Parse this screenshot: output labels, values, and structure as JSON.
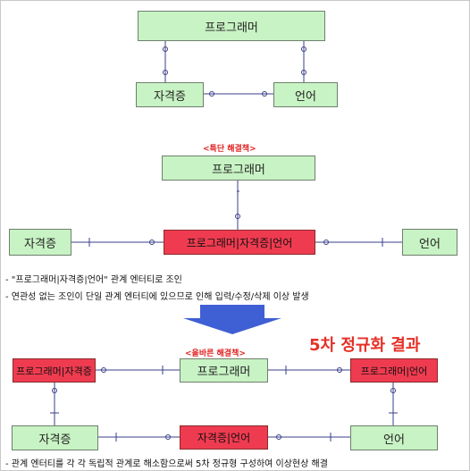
{
  "diagram_top": {
    "programmer": "프로그래머",
    "certificate": "자격증",
    "language": "언어"
  },
  "diagram_mid": {
    "caption": "<특단 해결책>",
    "programmer": "프로그래머",
    "relation": "프로그래머|자격증|언어",
    "certificate": "자격증",
    "language": "언어"
  },
  "notes": [
    "- \"프로그래머|자격증|언어\" 관계 엔터티로 조인",
    "- 연관성 없는 조인이 단일 관계 엔터티에 있으므로 인해 입력/수정/삭제 이상 발생"
  ],
  "result_title": "5차 정규화 결과",
  "diagram_bottom": {
    "caption": "<올바른 해결책>",
    "prog_cert": "프로그래머|자격증",
    "programmer": "프로그래머",
    "prog_lang": "프로그래머|언어",
    "certificate": "자격증",
    "cert_lang": "자격증|언어",
    "language": "언어"
  },
  "footer_note": "- 관계 엔터티를 각 각 독립적 관계로 해소함으로써 5차 정규형 구성하여 이상현상 해결",
  "colors": {
    "entity_fill": "#c8f3c4",
    "relation_fill": "#ef3b50",
    "arrow": "#3f5fd4",
    "accent_text": "#e53027"
  }
}
